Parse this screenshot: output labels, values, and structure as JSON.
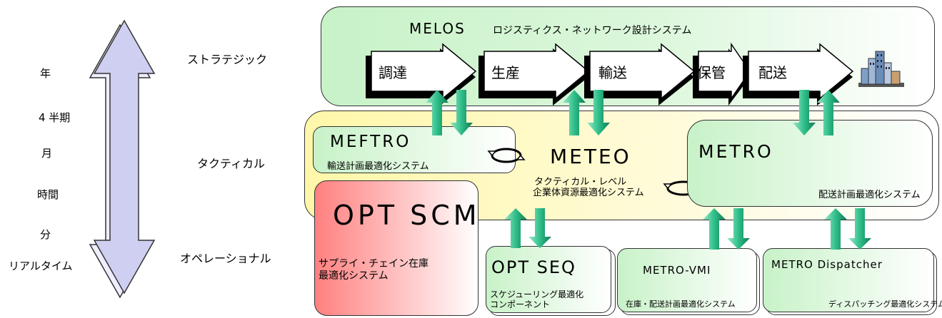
{
  "time_scale": {
    "labels": [
      "年",
      "4 半期",
      "月",
      "時間",
      "分",
      "リアルタイム"
    ]
  },
  "levels": {
    "strategic": "ストラテジック",
    "tactical": "タクティカル",
    "operational": "オペレーショナル"
  },
  "melos": {
    "title": "MELOS",
    "subtitle": "ロジスティクス・ネットワーク設計システム",
    "flow": [
      "調達",
      "生産",
      "輸送",
      "保管",
      "配送"
    ]
  },
  "meftro": {
    "title": "MEFTRO",
    "subtitle": "輸送計画最適化システム"
  },
  "meteo": {
    "title": "METEO",
    "subtitle_line1": "タクティカル・レベル",
    "subtitle_line2": "企業体資源最適化システム"
  },
  "metro": {
    "title": "METRO",
    "subtitle": "配送計画最適化システム"
  },
  "opt_scm": {
    "title": "OPT SCM",
    "subtitle_line1": "サプライ・チェイン在庫",
    "subtitle_line2": "最適化システム"
  },
  "opt_seq": {
    "title": "OPT SEQ",
    "subtitle_line1": "スケジューリング最適化",
    "subtitle_line2": "コンポーネント"
  },
  "metro_vmi": {
    "title": "METRO-VMI",
    "subtitle": "在庫・配送計画最適化システム"
  },
  "metro_dispatcher": {
    "title": "METRO Dispatcher",
    "subtitle": "ディスパッチング最適化システム"
  },
  "colors": {
    "arrow_green": "#2fbf8a",
    "arrow_dark": "#0f7a55",
    "timescale_fill": "#cfcff2"
  }
}
